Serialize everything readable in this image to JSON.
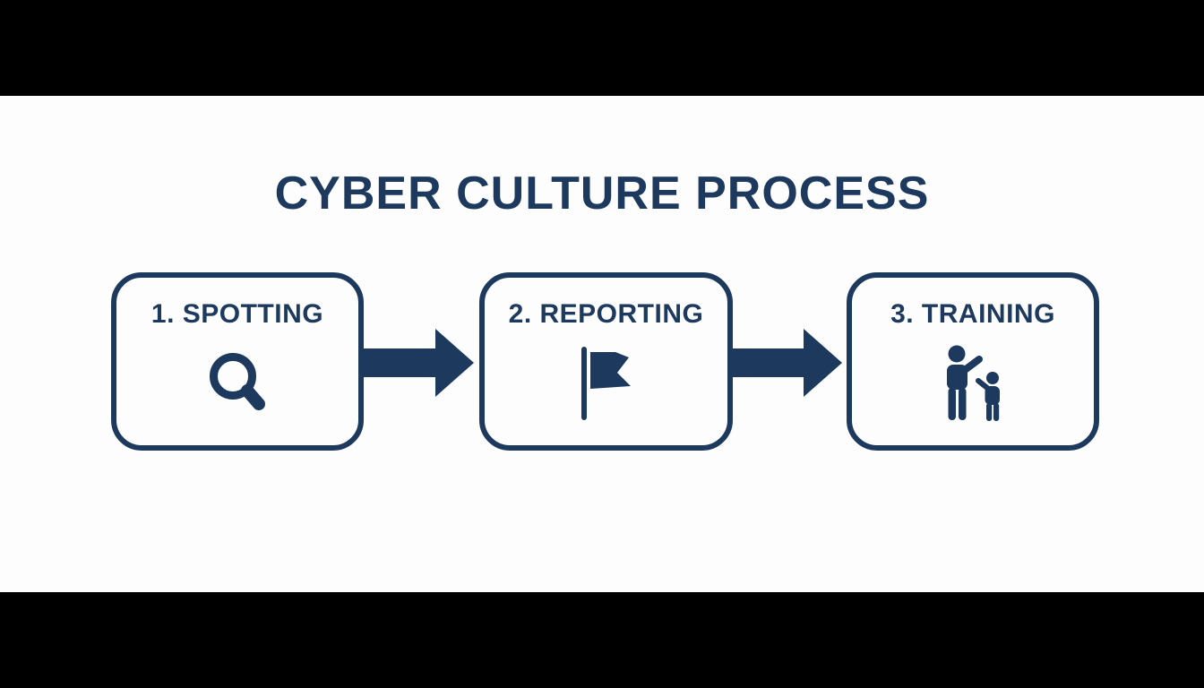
{
  "colors": {
    "navy": "#1d3a5e",
    "stage": "#fdfdfd",
    "letterbox": "#000000"
  },
  "title": "CYBER CULTURE PROCESS",
  "process": {
    "steps": [
      {
        "label": "1. SPOTTING",
        "icon": "magnifier-search-icon"
      },
      {
        "label": "2. REPORTING",
        "icon": "flag-icon"
      },
      {
        "label": "3. TRAINING",
        "icon": "adult-child-training-icon"
      }
    ],
    "connector": "right-arrow"
  }
}
